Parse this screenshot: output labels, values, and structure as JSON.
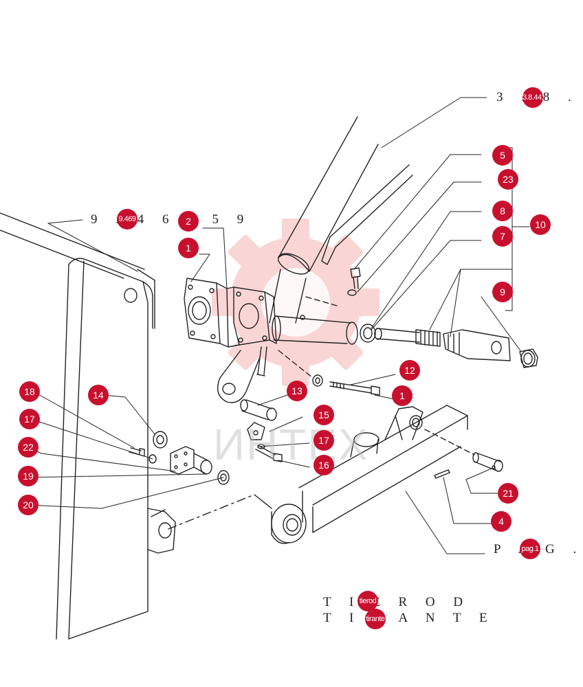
{
  "references": {
    "top": "3 . 8 . 4 4 1 3",
    "left": "9 . 4 6 9 5 9",
    "bottom": "P A G . 1 1"
  },
  "title": {
    "line1": "T I E R O D",
    "line2": "T I R A N T E"
  },
  "watermark": "ИНТЕХ",
  "colors": {
    "badge": "#c8102e",
    "line": "#222222",
    "watermark": "#f2a0a0"
  },
  "badges": [
    {
      "label": "5"
    },
    {
      "label": "23"
    },
    {
      "label": "8"
    },
    {
      "label": "7"
    },
    {
      "label": "10"
    },
    {
      "label": "9"
    },
    {
      "label": "2"
    },
    {
      "label": "1"
    },
    {
      "label": "12"
    },
    {
      "label": "1"
    },
    {
      "label": "13"
    },
    {
      "label": "15"
    },
    {
      "label": "17"
    },
    {
      "label": "16"
    },
    {
      "label": "18"
    },
    {
      "label": "14"
    },
    {
      "label": "17"
    },
    {
      "label": "22"
    },
    {
      "label": "19"
    },
    {
      "label": "20"
    },
    {
      "label": "21"
    },
    {
      "label": "4"
    },
    {
      "label": "3.8.441"
    },
    {
      "label": "9.469"
    },
    {
      "label": "pag.1"
    },
    {
      "label": "tierod"
    },
    {
      "label": "tirante"
    }
  ]
}
